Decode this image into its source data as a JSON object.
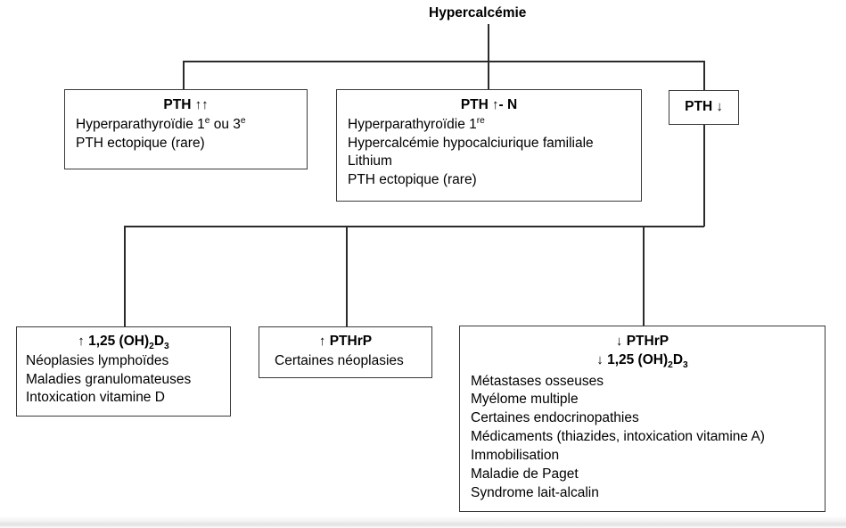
{
  "diagram": {
    "title": "Hypercalcémie",
    "nodes": {
      "pth_high": {
        "header_label": "PTH",
        "header_arrow": "↑↑",
        "items": [
          "Hyperparathyroïdie 1e ou 3e",
          "PTH ectopique (rare)"
        ]
      },
      "pth_normal": {
        "header_label": "PTH",
        "header_arrow": "↑- N",
        "items": [
          "Hyperparathyroïdie 1re",
          "Hypercalcémie hypocalciurique familiale",
          "Lithium",
          "PTH ectopique (rare)"
        ]
      },
      "pth_low": {
        "header_label": "PTH",
        "header_arrow": "↓",
        "items": []
      },
      "vitd_high": {
        "header_arrow": "↑",
        "header_label": "1,25 (OH)2D3",
        "items": [
          "Néoplasies lymphoïdes",
          "Maladies granulomateuses",
          "Intoxication vitamine D"
        ]
      },
      "pthrp_high": {
        "header_arrow": "↑",
        "header_label": "PTHrP",
        "items": [
          "Certaines néoplasies"
        ]
      },
      "pthrp_low": {
        "header_arrow": "↓",
        "header_label": "PTHrP",
        "header_arrow2": "↓",
        "header_label2": "1,25 (OH)2D3",
        "items": [
          "Métastases osseuses",
          "Myélome multiple",
          "Certaines endocrinopathies",
          "Médicaments (thiazides, intoxication vitamine A)",
          "Immobilisation",
          "Maladie de Paget",
          "Syndrome lait-alcalin"
        ]
      }
    },
    "colors": {
      "border": "#3a3a3a",
      "connector": "#2b2b2b",
      "background": "#ffffff",
      "text": "#000000"
    }
  }
}
